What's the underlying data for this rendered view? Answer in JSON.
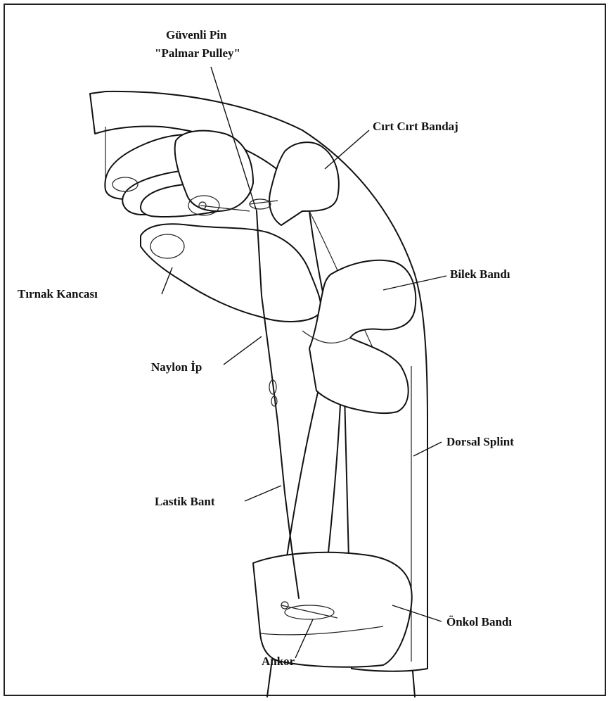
{
  "labels": {
    "safety_pin": "Güvenli Pin",
    "palmar_pulley": "\"Palmar Pulley\"",
    "velcro_strap": "Cırt Cırt Bandaj",
    "wrist_strap": "Bilek Bandı",
    "nail_hook": "Tırnak Kancası",
    "nylon_string": "Naylon İp",
    "dorsal_splint": "Dorsal Splint",
    "rubber_band": "Lastik Bant",
    "forearm_strap": "Önkol Bandı",
    "anchor": "Ankor"
  },
  "colors": {
    "ink": "#111111",
    "background": "#ffffff",
    "border": "#222222"
  }
}
